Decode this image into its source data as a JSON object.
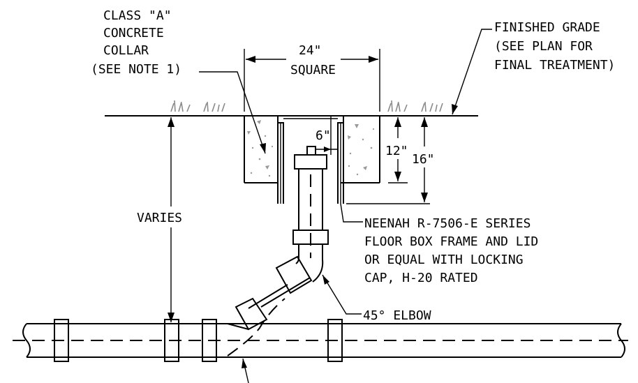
{
  "labels": {
    "collar": [
      "CLASS \"A\"",
      "CONCRETE",
      "COLLAR",
      "(SEE NOTE 1)"
    ],
    "width_dim": [
      "24\"",
      "SQUARE"
    ],
    "grade": [
      "FINISHED GRADE",
      "(SEE PLAN FOR",
      "FINAL TREATMENT)"
    ],
    "offset_dim": "6\"",
    "depth_12": "12\"",
    "depth_16": "16\"",
    "varies": "VARIES",
    "frame": [
      "NEENAH R-7506-E SERIES",
      "FLOOR BOX FRAME AND LID",
      "OR EQUAL WITH LOCKING",
      "CAP, H-20 RATED"
    ],
    "elbow": "45° ELBOW"
  }
}
